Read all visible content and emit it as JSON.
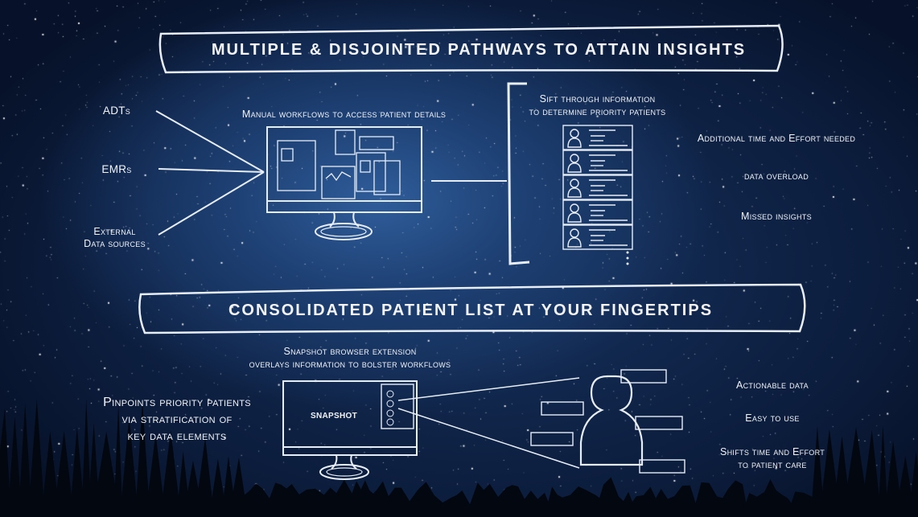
{
  "top_section": {
    "title": "MULTIPLE & DISJOINTED PATHWAYS TO ATTAIN INSIGHTS",
    "sources": [
      "ADTs",
      "EMRs",
      "External",
      "Data sources"
    ],
    "monitor_caption": "Manual workflows to access patient details",
    "list_caption": [
      "Sift through information",
      "to determine priority patients"
    ],
    "outcomes": [
      "Additional time and Effort needed",
      "data overload",
      "Missed insights"
    ]
  },
  "bottom_section": {
    "title": "CONSOLIDATED PATIENT LIST AT YOUR FINGERTIPS",
    "left_text": [
      "Pinpoints priority patients",
      "via stratification of",
      "key data elements"
    ],
    "monitor_caption": [
      "Snapshot browser extension",
      "overlays information to bolster workflows"
    ],
    "monitor_label": "SNAPSHOT",
    "benefits": [
      "Actionable data",
      "Easy to use",
      "Shifts time and Effort",
      "to patient care"
    ]
  },
  "colors": {
    "line": "#e8eef7",
    "sky": "#0c1d3d"
  }
}
